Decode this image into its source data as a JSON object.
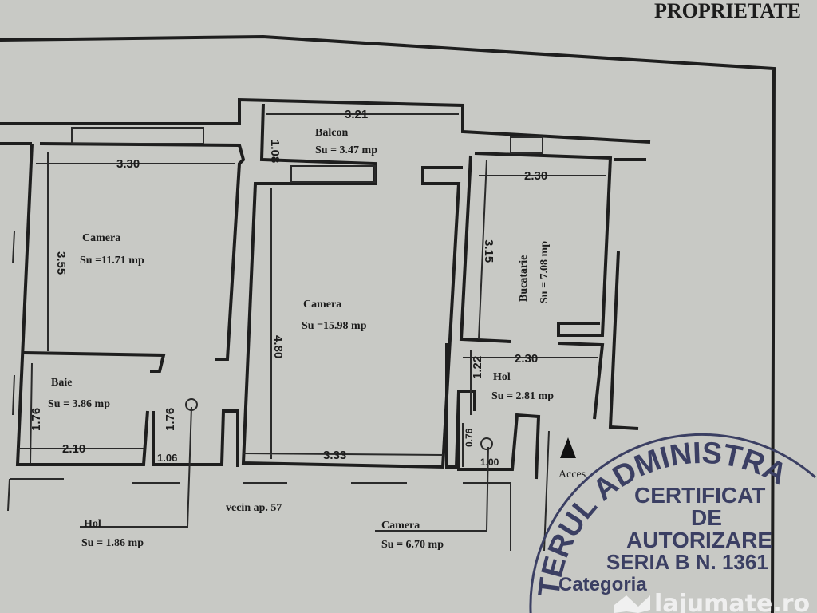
{
  "document": {
    "title": "PROPRIETATE"
  },
  "rooms": {
    "balcon": {
      "name": "Balcon",
      "area": "Su = 3.47 mp",
      "width": "3.21",
      "depth": "1.08"
    },
    "camera1": {
      "name": "Camera",
      "area": "Su =11.71 mp",
      "width": "3.30",
      "depth": "3.55"
    },
    "camera2": {
      "name": "Camera",
      "area": "Su =15.98 mp",
      "width": "3.33",
      "depth": "4.80"
    },
    "bucatarie": {
      "name": "Bucatarie",
      "area": "Su = 7.08 mp",
      "width": "2.30",
      "depth": "3.15"
    },
    "hol1": {
      "name": "Hol",
      "area": "Su = 2.81 mp",
      "width": "2.30",
      "depth": "1.22",
      "dim_a": "0.76",
      "dim_b": "1.00"
    },
    "baie": {
      "name": "Baie",
      "area": "Su = 3.86 mp",
      "width": "2.10",
      "depth": "1.76",
      "dim_a": "1.76",
      "dim_b": "1.06"
    },
    "hol2": {
      "name": "Hol",
      "area": "Su = 1.86 mp"
    },
    "camera3": {
      "name": "Camera",
      "area": "Su = 6.70 mp"
    }
  },
  "labels": {
    "neighbor": "vecin ap. 57",
    "access": "Acces"
  },
  "stamp": {
    "arc_text": "TERUL ADMINISTRA",
    "line1": "CERTIFICAT",
    "line2": "DE",
    "line3": "AUTORIZARE",
    "line4": "SERIA B N. 1361",
    "line5": "Categoria",
    "color": "#3b3f63"
  },
  "watermark": {
    "text": "lajumate.ro"
  }
}
